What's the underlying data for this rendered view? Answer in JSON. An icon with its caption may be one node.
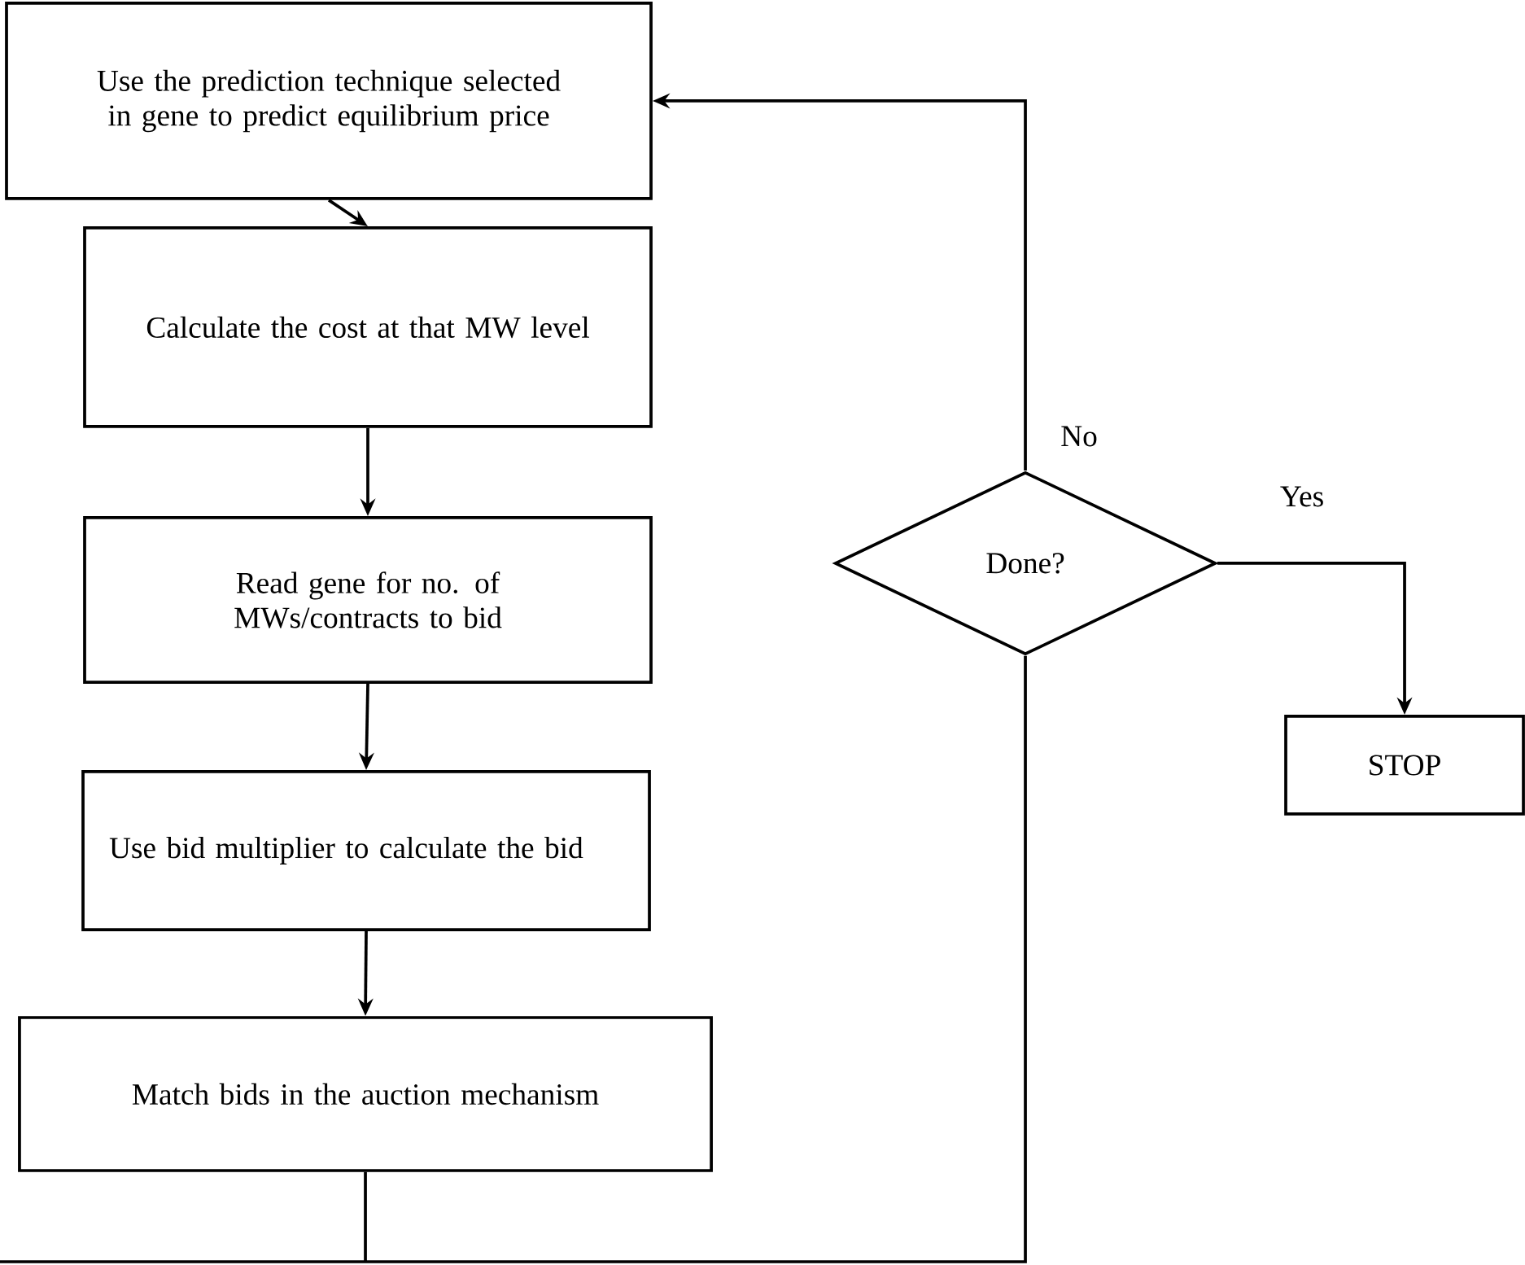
{
  "diagram": {
    "nodes": [
      {
        "text": [
          "Use the prediction technique selected in gene to predict equilibrium price"
        ]
      },
      {
        "text": [
          "Calculate the cost at that MW level"
        ]
      },
      {
        "text": [
          "Read gene for no. of MWs/contracts to bid"
        ]
      },
      {
        "text": [
          "Use bid multiplier to calculate the bid"
        ]
      },
      {
        "text": [
          "Match bids in the auction mechanism"
        ]
      },
      {
        "text": [
          "Done?"
        ]
      },
      {
        "text": [
          "STOP"
        ]
      }
    ],
    "edges": [
      {
        "from": 0,
        "to": 1,
        "arrow": "to"
      },
      {
        "from": 1,
        "to": 2,
        "arrow": "to"
      },
      {
        "from": 2,
        "to": 3,
        "arrow": "to"
      },
      {
        "from": 3,
        "to": 4,
        "arrow": "to"
      },
      {
        "from": 4,
        "to": 5,
        "arrow": "none"
      },
      {
        "from": 5,
        "to": 0,
        "arrow": "to",
        "label": "No"
      },
      {
        "from": 5,
        "to": 6,
        "arrow": "to",
        "label": "Yes"
      }
    ]
  }
}
